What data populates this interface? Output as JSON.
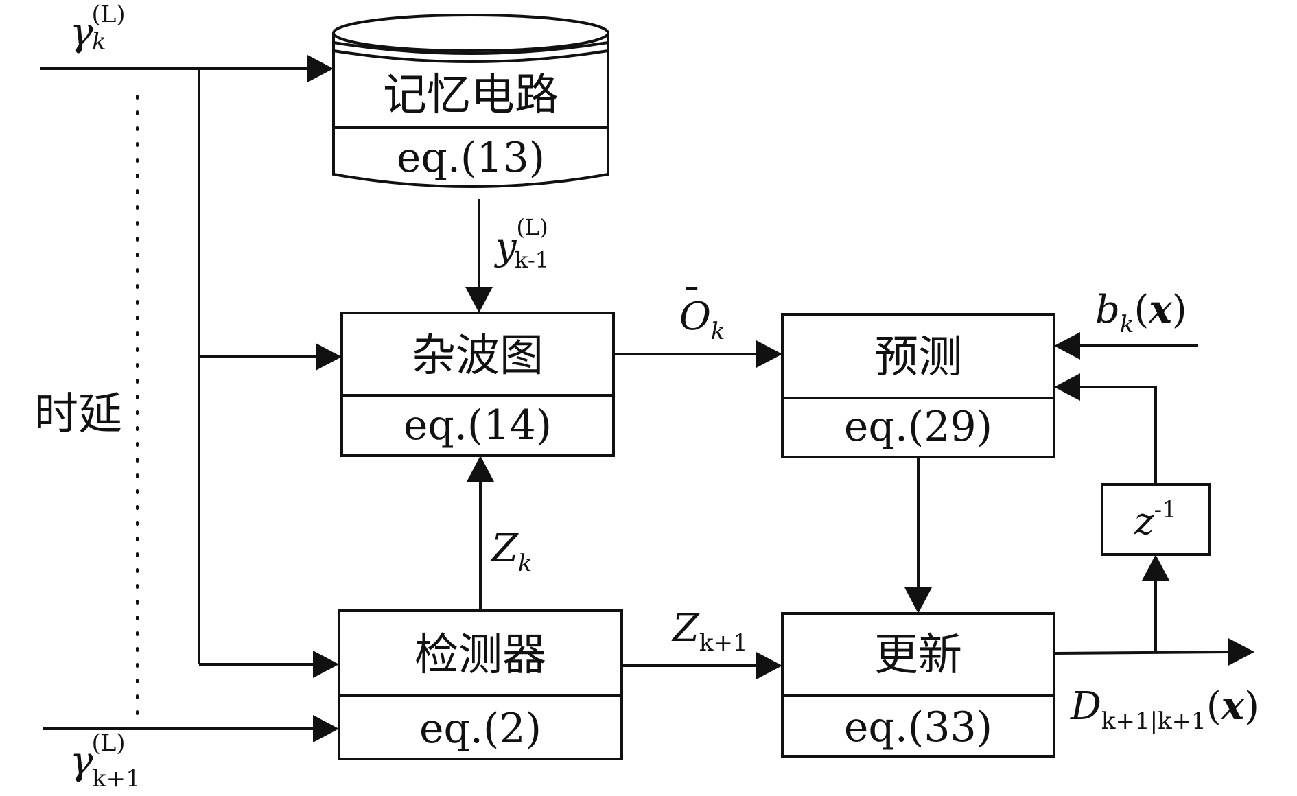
{
  "blocks": {
    "memory": {
      "title": "记忆电路",
      "eq": "eq.(13)"
    },
    "clutter": {
      "title": "杂波图",
      "eq": "eq.(14)"
    },
    "detector": {
      "title": "检测器",
      "eq": "eq.(2)"
    },
    "predict": {
      "title": "预测",
      "eq": "eq.(29)"
    },
    "update": {
      "title": "更新",
      "eq": "eq.(33)"
    },
    "delay_z": {
      "base": "z",
      "sup": "-1"
    }
  },
  "side_label": "时延",
  "signals": {
    "gamma_k": {
      "base": "γ",
      "sub": "k",
      "sup": "(L)"
    },
    "gamma_k1": {
      "base": "γ",
      "sub": "k+1",
      "sup": "(L)"
    },
    "y_km1": {
      "base": "y",
      "sub": "k-1",
      "sup": "(L)"
    },
    "o_bar_k": {
      "base": "O",
      "bar": "¯",
      "sub": "k"
    },
    "z_k": {
      "base": "Z",
      "sub": "k"
    },
    "z_k1": {
      "base": "Z",
      "sub": "k+1"
    },
    "b_k": {
      "base": "b",
      "sub": "k",
      "open": "(",
      "arg": "x",
      "close": ")"
    },
    "d_k1": {
      "base": "D",
      "sub": "k+1|k+1",
      "open": "(",
      "arg": "x",
      "close": ")"
    }
  }
}
